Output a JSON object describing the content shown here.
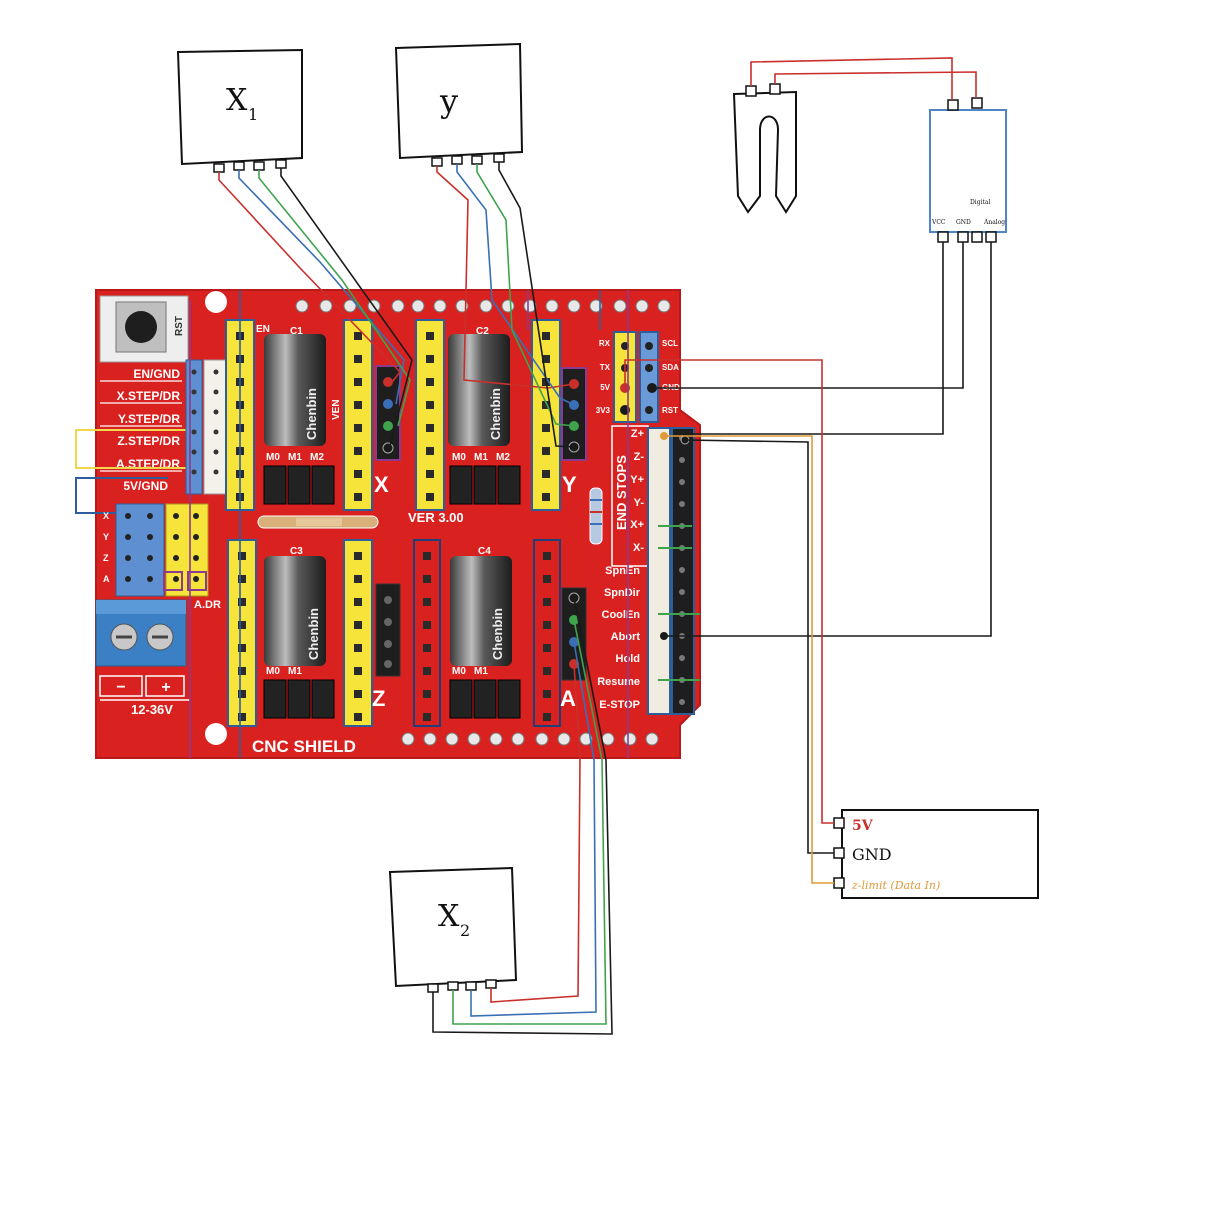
{
  "motors": {
    "x1": {
      "letter": "X",
      "sub": "1"
    },
    "y": {
      "letter": "y"
    },
    "x2": {
      "letter": "X",
      "sub": "2"
    }
  },
  "board": {
    "rst": "RST",
    "left_labels": [
      "EN/GND",
      "X.STEP/DR",
      "Y.STEP/DR",
      "Z.STEP/DR",
      "A.STEP/DR",
      "5V/GND"
    ],
    "axis_pins": [
      "X",
      "Y",
      "Z",
      "A"
    ],
    "a_dr": "A.DR",
    "power": {
      "minus": "−",
      "plus": "+",
      "range": "12-36V"
    },
    "driver_silk": {
      "en": "EN",
      "cap1": "C1",
      "cap2": "C2",
      "cap3": "C3",
      "cap4": "C4",
      "vent": "VEN",
      "ms_labels": [
        "M0",
        "M1",
        "M2"
      ]
    },
    "capacitor_brand": "Chenbin",
    "axis_letters": {
      "x": "X",
      "y": "Y",
      "z": "Z",
      "a": "A"
    },
    "version": "VER 3.00",
    "name": "CNC SHIELD",
    "serial_left": [
      "RX",
      "TX",
      "5V",
      "3V3"
    ],
    "serial_right": [
      "SCL",
      "SDA",
      "GND",
      "RST"
    ],
    "end_stops_title": "END STOPS",
    "endstops": [
      "Z+",
      "Z-",
      "Y+",
      "Y-",
      "X+",
      "X-"
    ],
    "io_labels": [
      "SpnEn",
      "SpnDir",
      "CoolEn",
      "Abort",
      "Hold",
      "Resume",
      "E-STOP"
    ]
  },
  "sensor": {
    "pins": [
      "VCC",
      "GND",
      "Digital",
      "Analog"
    ],
    "digital_note": "Digital"
  },
  "external_module": {
    "pins": [
      "5V",
      "GND",
      "z-limit (Data In)"
    ]
  },
  "colors": {
    "board": "#d9211f",
    "header_yellow": "#f6e43a",
    "wire_red": "#c9302c",
    "wire_blue": "#3a6fb5",
    "wire_green": "#3fa34d",
    "wire_black": "#1a1a1a",
    "wire_orange": "#e09a3a"
  }
}
